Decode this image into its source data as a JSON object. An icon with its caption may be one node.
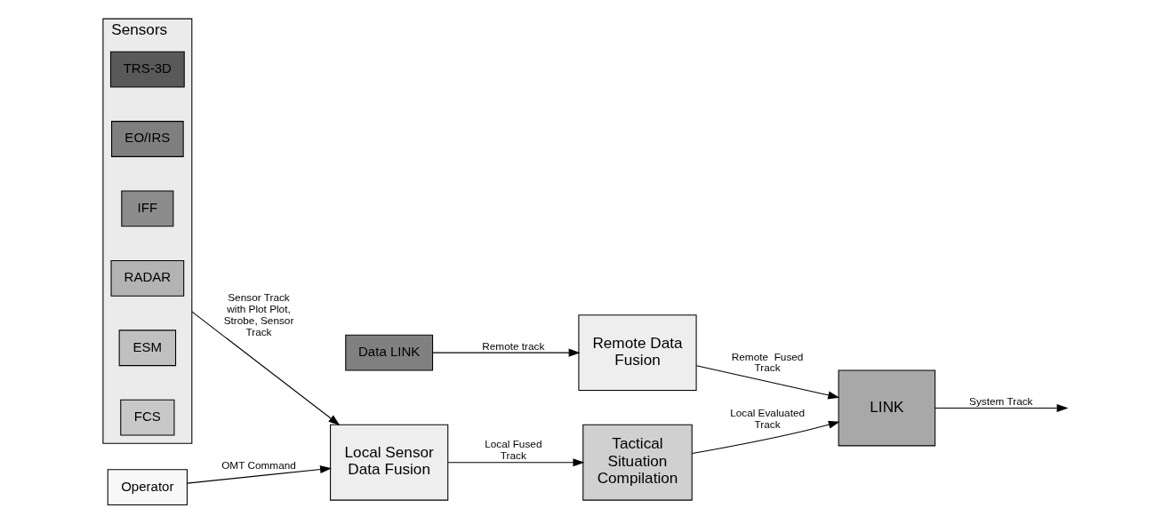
{
  "diagram": {
    "nodes": [
      {
        "text": [
          "Data LINK"
        ]
      },
      {
        "text": [
          "Remote Data Fusion"
        ]
      },
      {
        "text": [
          "Sensors"
        ]
      },
      {
        "text": [
          "TRS-3D"
        ],
        "in": 2
      },
      {
        "text": [
          "EO/IRS"
        ],
        "in": 2
      },
      {
        "text": [
          "IFF"
        ],
        "in": 2
      },
      {
        "text": [
          "RADAR"
        ],
        "in": 2
      },
      {
        "text": [
          "ESM"
        ],
        "in": 2
      },
      {
        "text": [
          "FCS"
        ],
        "in": 2
      },
      {
        "text": [
          "Local Sensor Data Fusion"
        ]
      },
      {
        "text": [
          "Tactical Situation Compilation"
        ]
      },
      {
        "text": [
          "LINK"
        ]
      },
      {
        "text": [
          "Operator"
        ]
      }
    ],
    "edges": [
      {
        "from": 0,
        "to": 1,
        "arrow": "to",
        "label": "Remote track"
      },
      {
        "from": 1,
        "to": 11,
        "arrow": "to",
        "label": "Remote  Fused Track"
      },
      {
        "from": 2,
        "to": 9,
        "arrow": "to",
        "label": "Sensor Track with Plot Plot, Strobe, Sensor Track"
      },
      {
        "from": 9,
        "to": 10,
        "arrow": "to",
        "label": "Local Fused Track"
      },
      {
        "from": 10,
        "to": 11,
        "arrow": "to",
        "label": "Local Evaluated Track"
      },
      {
        "from": 11,
        "to": null,
        "arrow": "to",
        "label": "System Track"
      },
      {
        "from": 12,
        "to": 9,
        "arrow": "to",
        "label": "OMT Command"
      }
    ]
  }
}
